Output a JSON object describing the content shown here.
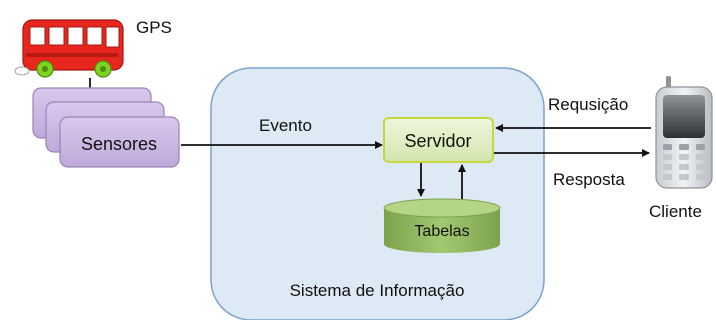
{
  "bus": {
    "label": "GPS",
    "icon": "bus-icon",
    "body_color": "#e8261d",
    "wheel_color": "#7ed321"
  },
  "sensors": {
    "label": "Sensores",
    "fill_color": "#c9b3e0",
    "stroke_color": "#9a84b8"
  },
  "system": {
    "label": "Sistema de Informação",
    "fill_color": "#dde9f4",
    "stroke_color": "#7ba3cc"
  },
  "server": {
    "label": "Servidor",
    "fill_color": "#dfeec4",
    "stroke_color": "#c9d63b"
  },
  "tables": {
    "label": "Tabelas",
    "fill_color": "#8fb55f"
  },
  "client": {
    "label": "Cliente",
    "icon": "cellphone-icon"
  },
  "edges": {
    "event_label": "Evento",
    "request_label": "Requsição",
    "response_label": "Resposta"
  }
}
